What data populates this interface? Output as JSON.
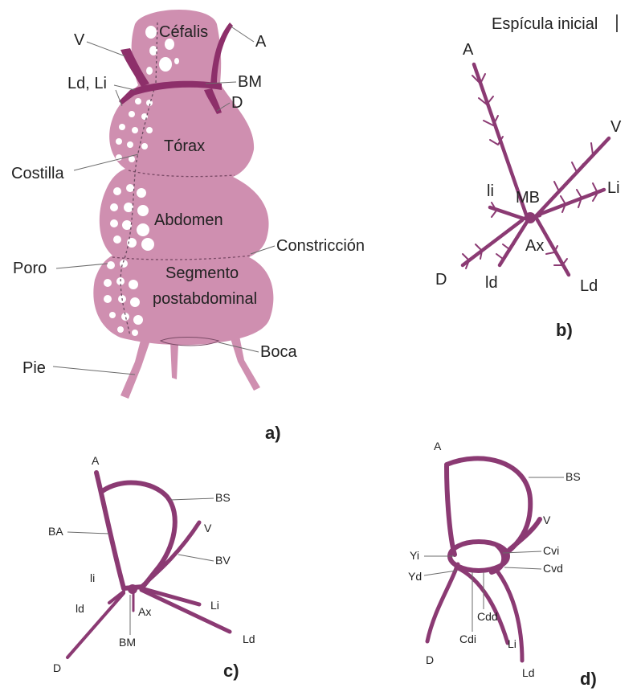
{
  "colors": {
    "body_fill": "#cf8fb0",
    "body_dark": "#8d2f6a",
    "spicule": "#8b3a73",
    "leader": "#6b6b6b",
    "text": "#222222"
  },
  "panel_a": {
    "label": "a)",
    "cefalis": "Céfalis",
    "torax": "Tórax",
    "abdomen": "Abdomen",
    "segmento_1": "Segmento",
    "segmento_2": "postabdominal",
    "lbl_V": "V",
    "lbl_A": "A",
    "lbl_LdLi": "Ld, Li",
    "lbl_BM": "BM",
    "lbl_D": "D",
    "lbl_costilla": "Costilla",
    "lbl_constriccion": "Constricción",
    "lbl_poro": "Poro",
    "lbl_boca": "Boca",
    "lbl_pie": "Pie"
  },
  "panel_b": {
    "label": "b)",
    "title": "Espícula inicial",
    "lbl_A": "A",
    "lbl_V": "V",
    "lbl_Li": "Li",
    "lbl_li": "li",
    "lbl_MB": "MB",
    "lbl_Ax": "Ax",
    "lbl_D": "D",
    "lbl_ld": "ld",
    "lbl_Ld": "Ld"
  },
  "panel_c": {
    "label": "c)",
    "lbl_A": "A",
    "lbl_BS": "BS",
    "lbl_BA": "BA",
    "lbl_V": "V",
    "lbl_BV": "BV",
    "lbl_li": "li",
    "lbl_ld": "ld",
    "lbl_Ax": "Ax",
    "lbl_Li": "Li",
    "lbl_BM": "BM",
    "lbl_Ld": "Ld",
    "lbl_D": "D"
  },
  "panel_d": {
    "label": "d)",
    "lbl_A": "A",
    "lbl_BS": "BS",
    "lbl_V": "V",
    "lbl_Yi": "Yi",
    "lbl_Yd": "Yd",
    "lbl_Cvi": "Cvi",
    "lbl_Cvd": "Cvd",
    "lbl_Cdd": "Cdd",
    "lbl_Cdi": "Cdi",
    "lbl_D": "D",
    "lbl_Li": "Li",
    "lbl_Ld": "Ld"
  }
}
